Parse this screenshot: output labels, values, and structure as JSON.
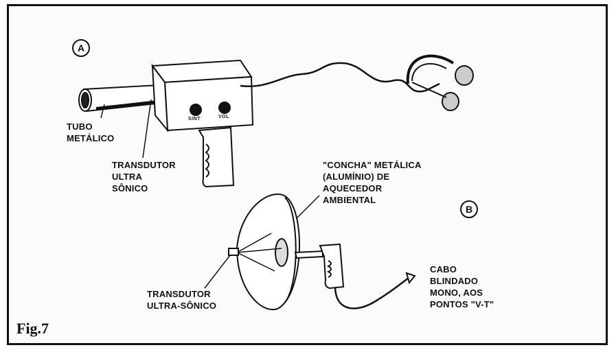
{
  "markers": {
    "a": "A",
    "b": "B"
  },
  "figure_label": "Fig.7",
  "labels": {
    "tubo": "TUBO\nMETÁLICO",
    "transdutor_a": "TRANSDUTOR\nULTRA\nSÔNICO",
    "concha": "\"CONCHA\" METÁLICA\n(ALUMÍNIO) DE\nAQUECEDOR\nAMBIENTAL",
    "transdutor_b": "TRANSDUTOR\nULTRA-SÔNICO",
    "cabo": "CABO\nBLINDADO\nMONO, AOS\nPONTOS \"V-T\""
  },
  "knobs": {
    "sint": "SINT",
    "vol": "VOL"
  }
}
